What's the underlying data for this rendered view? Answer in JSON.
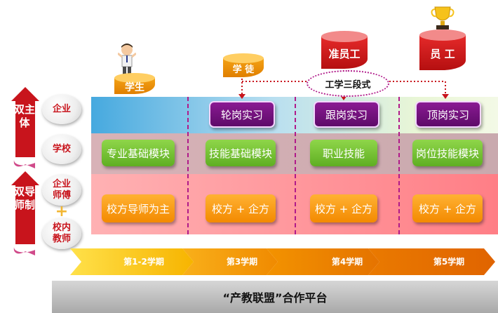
{
  "left": {
    "dual_subject": "双主体",
    "dual_mentor": "双导师制",
    "enterprise": "企业",
    "school": "学校",
    "enterprise_mentor": "企业师傅",
    "school_teacher": "校内教师",
    "plus_icon": "+"
  },
  "roles": {
    "student": "学生",
    "apprentice": "学 徒",
    "quasi_employee": "准员工",
    "employee": "员 工",
    "three_stage": "工学三段式"
  },
  "rows": {
    "internships": [
      "轮岗实习",
      "跟岗实习",
      "顶岗实习"
    ],
    "modules": [
      "专业基础模块",
      "技能基础模块",
      "职业技能",
      "岗位技能模块"
    ],
    "mentors": [
      "校方导师为主",
      "校方 + 企方",
      "校方 + 企方",
      "校方 + 企方"
    ]
  },
  "semesters": [
    "第1-2学期",
    "第3学期",
    "第4学期",
    "第5学期"
  ],
  "platform": "“产教联盟”合作平台",
  "colors": {
    "accent_red": "#c8141c",
    "purple": "#6b1077",
    "green": "#6fbe2c",
    "orange": "#f59a12",
    "dashed_line": "#b01a8a"
  }
}
